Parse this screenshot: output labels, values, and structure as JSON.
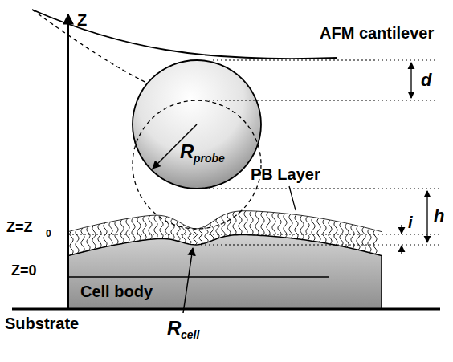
{
  "diagram": {
    "labels": [
      "AFM cantilever",
      "Z",
      "d",
      "R",
      "probe",
      "PB Layer",
      "h",
      "i",
      "Z=Z",
      "0",
      "Z=0",
      "Cell body",
      "R",
      "cell",
      "Substrate"
    ]
  }
}
